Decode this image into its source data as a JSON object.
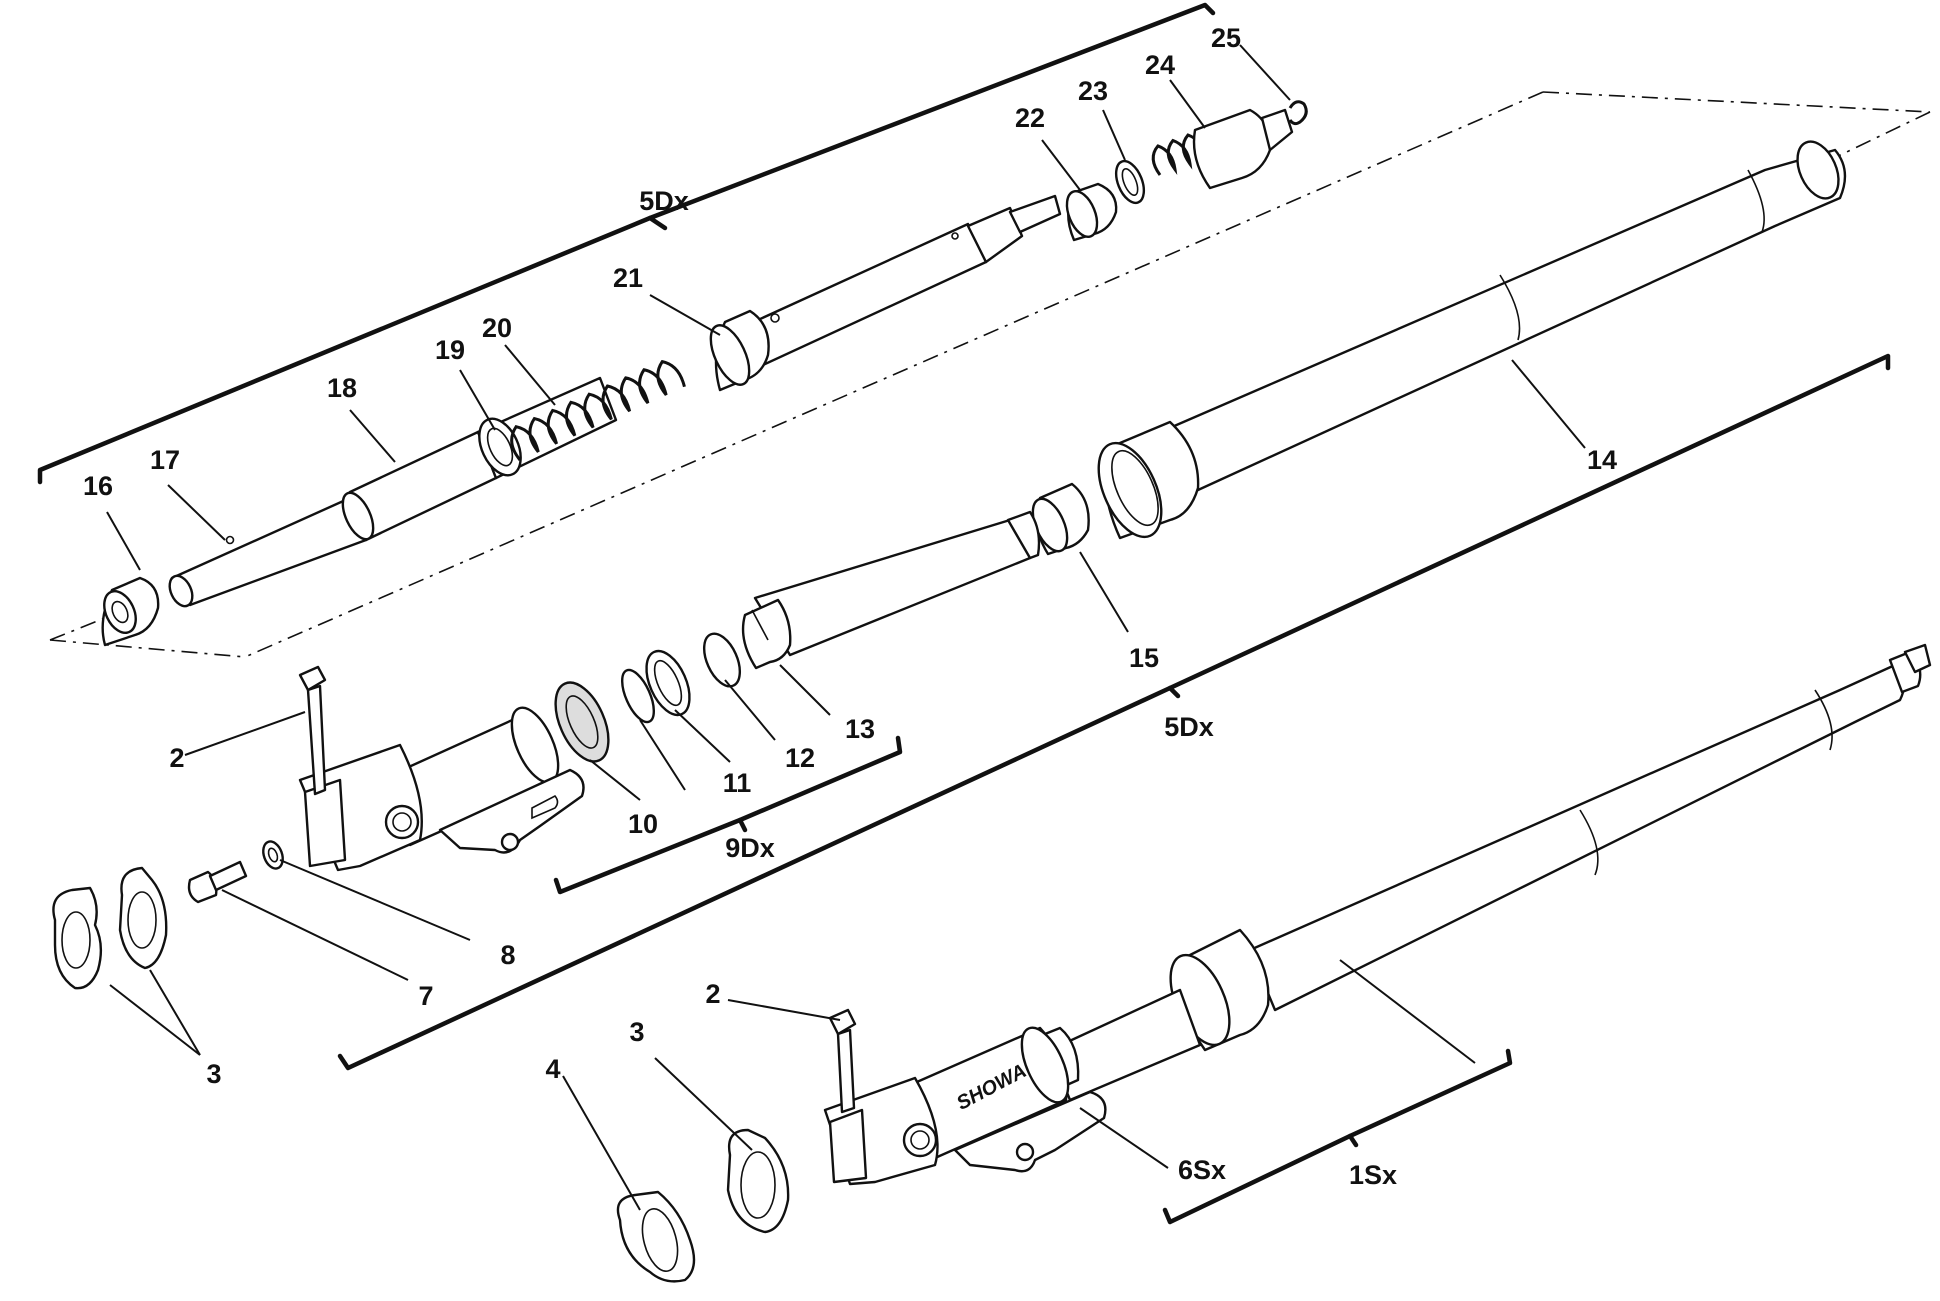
{
  "diagram": {
    "part_numbers": {
      "p16": "16",
      "p17": "17",
      "p18": "18",
      "p19": "19",
      "p20": "20",
      "p21": "21",
      "p22": "22",
      "p23": "23",
      "p24": "24",
      "p25": "25",
      "p14": "14",
      "p15": "15",
      "p13": "13",
      "p12": "12",
      "p11": "11",
      "p10": "10",
      "p2a": "2",
      "p2b": "2",
      "p3a": "3",
      "p3b": "3",
      "p4": "4",
      "p7": "7",
      "p8": "8"
    },
    "group_labels": {
      "top_5dx": "5Dx",
      "mid_5dx": "5Dx",
      "mid_9dx": "9Dx",
      "bottom_6sx": "6Sx",
      "bottom_1sx": "1Sx"
    },
    "branding": "SHOWA"
  }
}
